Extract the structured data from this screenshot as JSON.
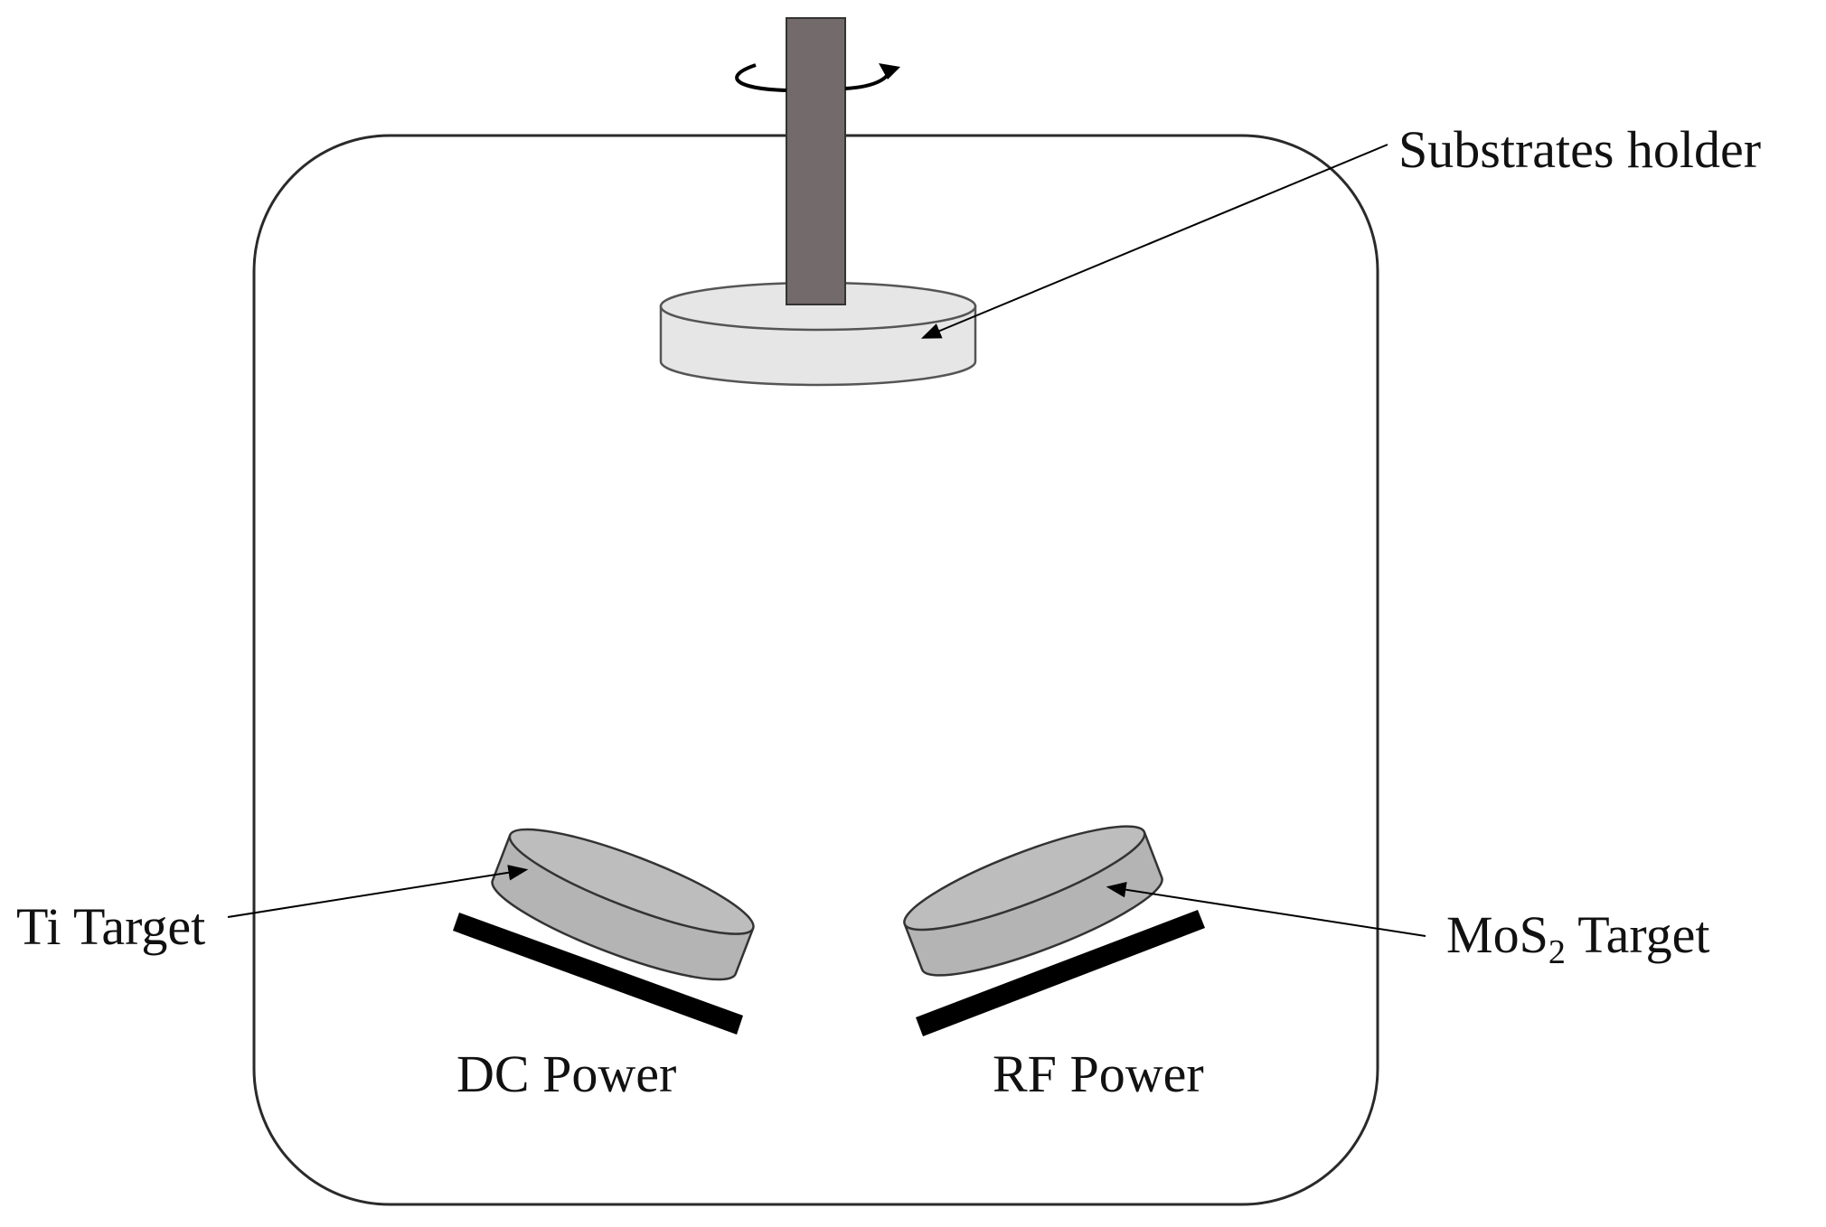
{
  "labels": {
    "substrates_holder": "Substrates holder",
    "ti_target": "Ti Target",
    "mos2_prefix": "MoS",
    "mos2_subscript": "2",
    "mos2_suffix": " Target",
    "dc_power": "DC Power",
    "rf_power": "RF Power"
  },
  "colors": {
    "chamber_outline": "#2a2a2a",
    "rod": "#736b6b",
    "holder": "#e6e6e6",
    "target": "#b4b4b4",
    "power_plate": "#000000"
  },
  "icons": {
    "rotation": "rotation-arrow-icon"
  }
}
